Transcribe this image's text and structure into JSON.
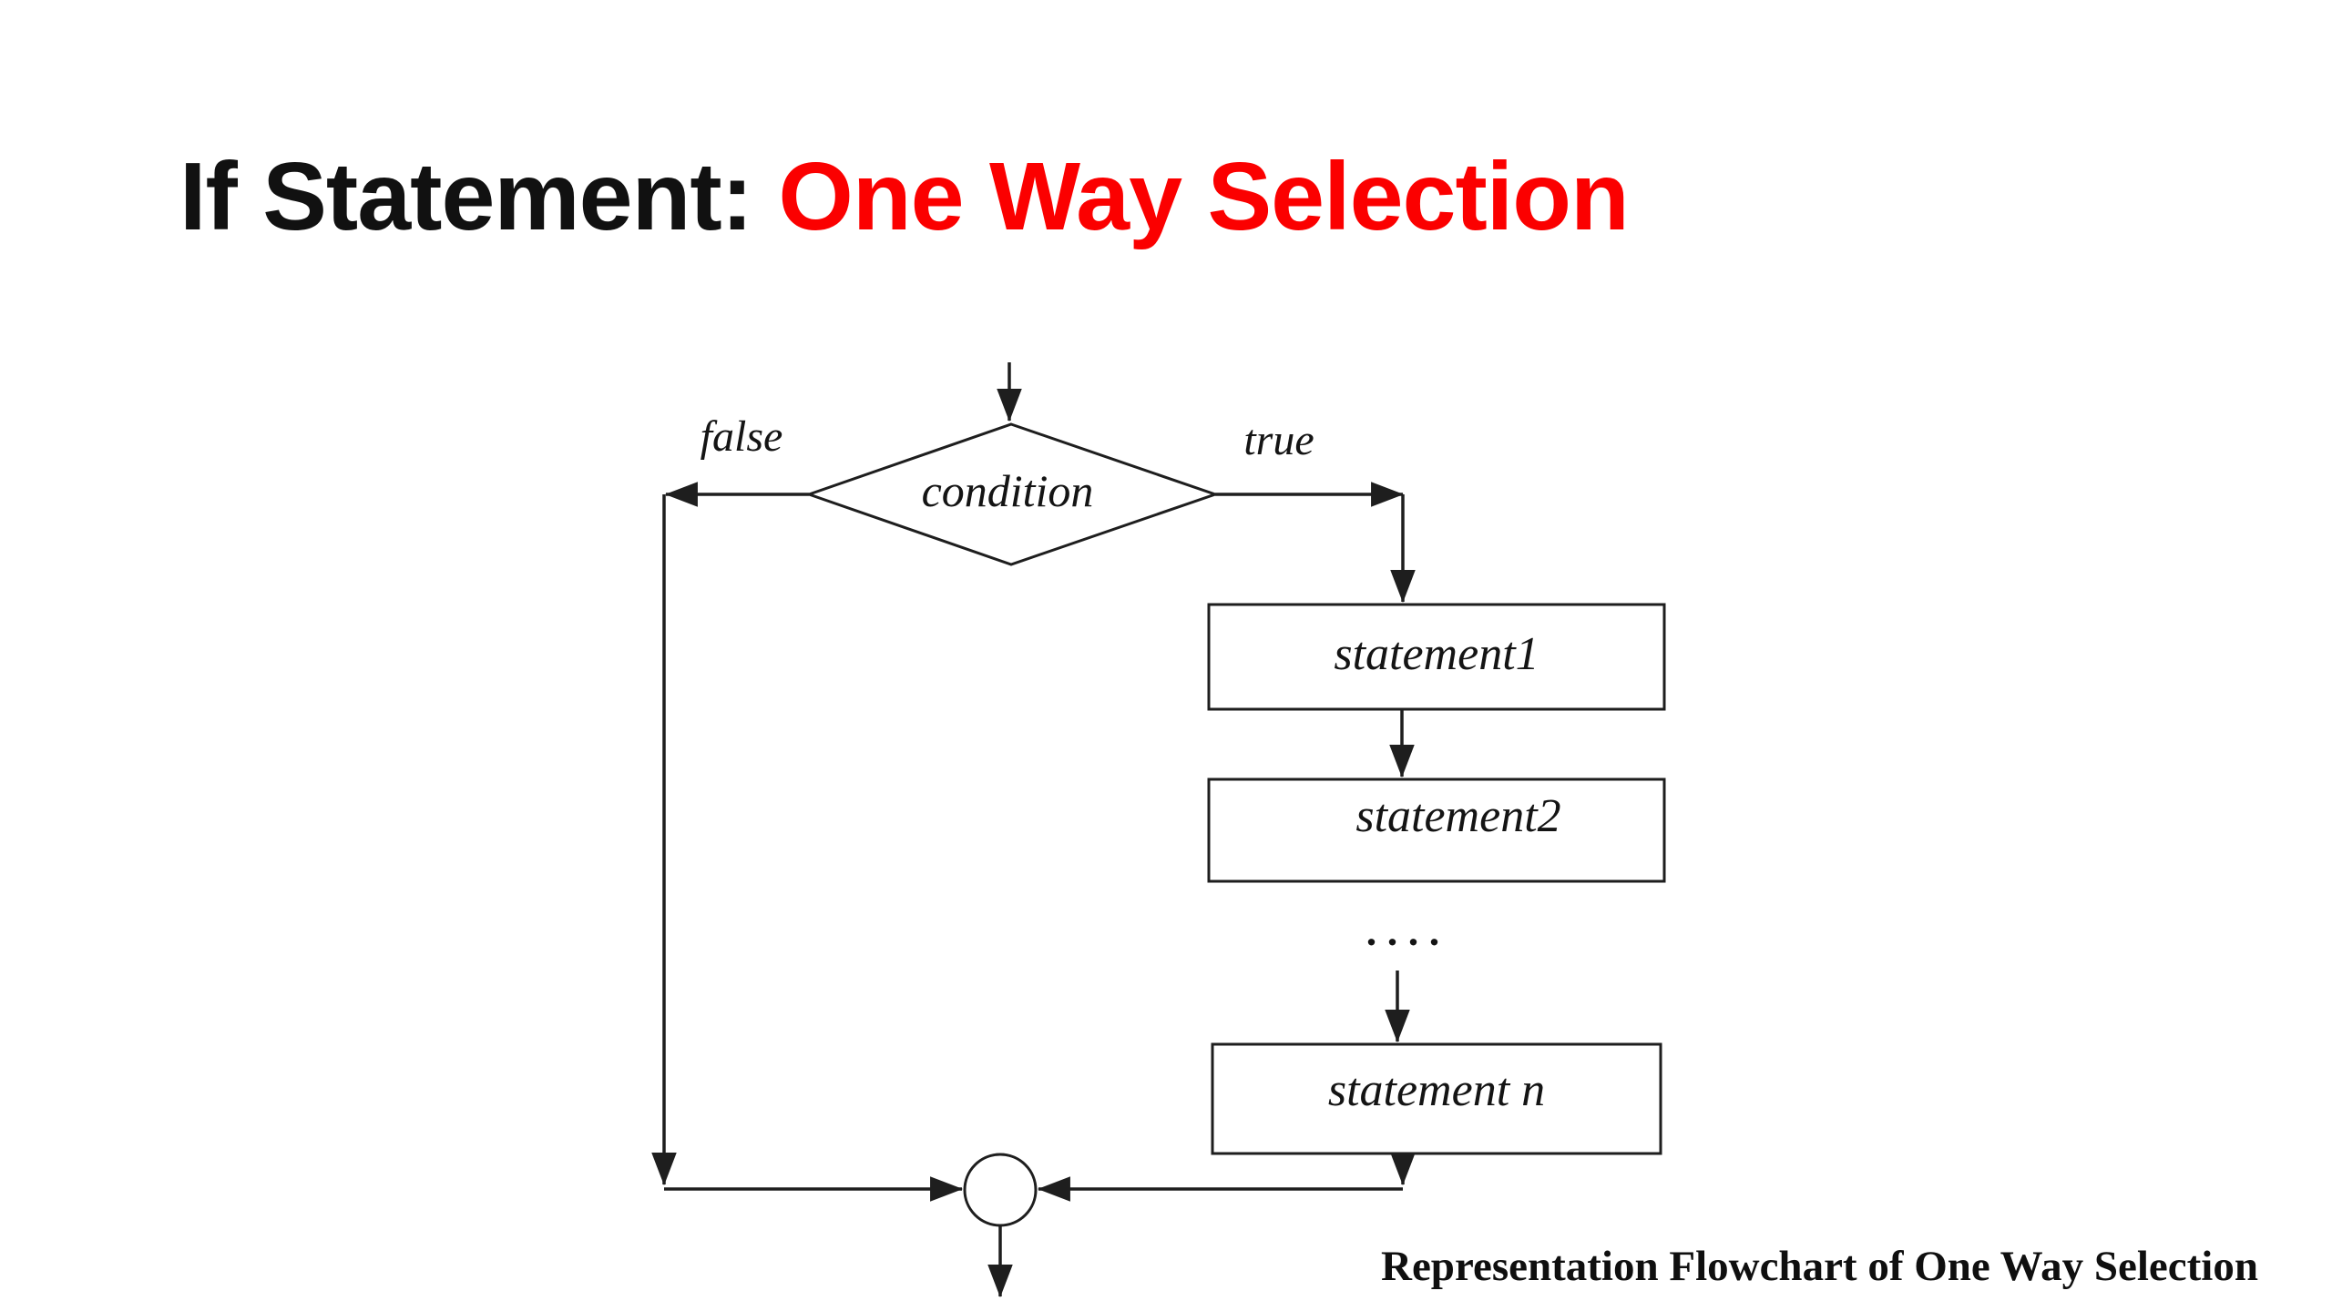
{
  "title": {
    "prefix": "If Statement: ",
    "highlight": "One Way Selection"
  },
  "flowchart": {
    "decision": {
      "label": "condition"
    },
    "branches": {
      "false_label": "false",
      "true_label": "true"
    },
    "statements": [
      {
        "label": "statement1"
      },
      {
        "label": "statement2"
      },
      {
        "label": "statement n"
      }
    ],
    "ellipsis": ". . . ."
  },
  "caption": "Representation Flowchart of One Way Selection",
  "colors": {
    "background": "#ffffff",
    "ink": "#1e1e1e",
    "title_text": "#111111",
    "title_accent": "#fb0000"
  }
}
